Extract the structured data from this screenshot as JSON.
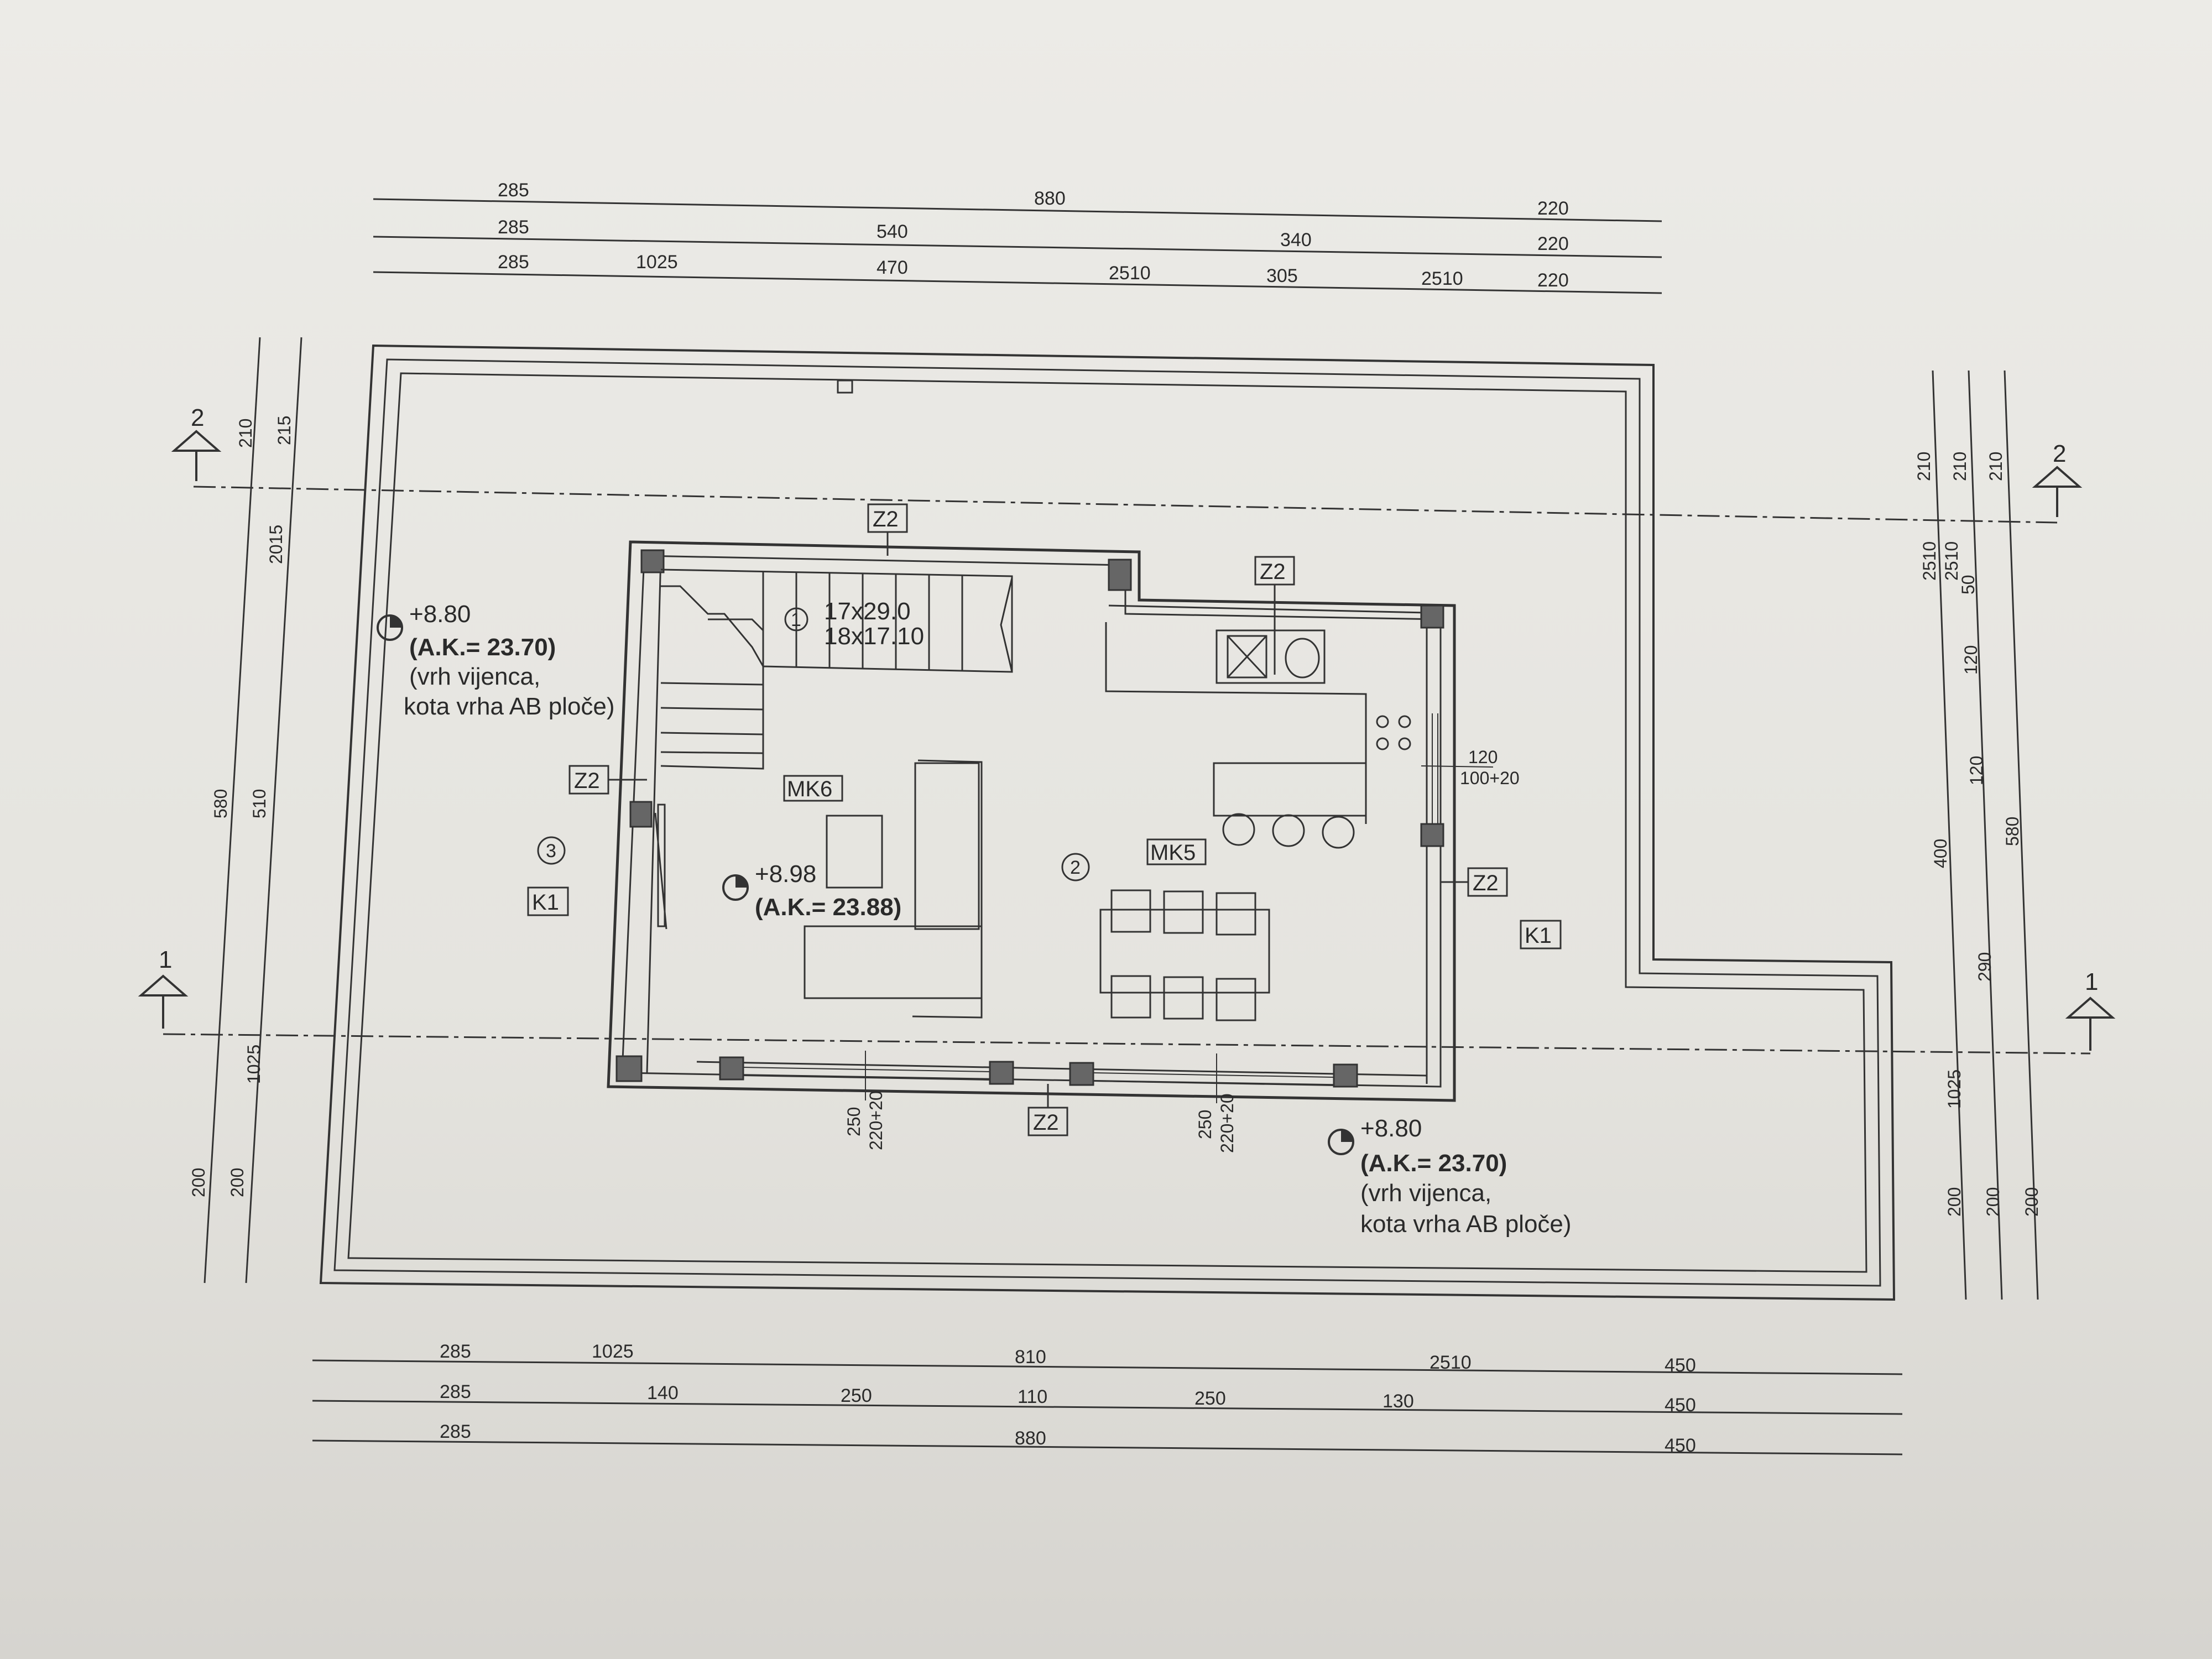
{
  "dimensions": {
    "top_row1": [
      "285",
      "880",
      "220"
    ],
    "top_row2": [
      "285",
      "540",
      "340",
      "220"
    ],
    "top_row3": [
      "285",
      "1025",
      "470",
      "2510",
      "305",
      "2510",
      "220"
    ],
    "bottom_row1": [
      "285",
      "1025",
      "810",
      "2510",
      "450"
    ],
    "bottom_row2": [
      "285",
      "140",
      "250",
      "110",
      "250",
      "130",
      "450"
    ],
    "bottom_row3": [
      "285",
      "880",
      "450"
    ],
    "left_col1": [
      "210",
      "580",
      "1025",
      "200"
    ],
    "left_col2": [
      "215",
      "2015",
      "510",
      "200"
    ],
    "right_col1": [
      "210",
      "2510",
      "2510",
      "400",
      "1025",
      "200"
    ],
    "right_col2": [
      "210",
      "50",
      "120",
      "120",
      "290",
      "200"
    ],
    "right_col3": [
      "210",
      "580",
      "200"
    ]
  },
  "sections": {
    "section1": "1",
    "section2": "2"
  },
  "level_marks": [
    {
      "level": "+8.80",
      "ak": "(A.K.= 23.70)",
      "line1": "(vrh vijenca,",
      "line2": "kota vrha AB ploče)"
    },
    {
      "level": "+8.98",
      "ak": "(A.K.= 23.88)"
    },
    {
      "level": "+8.80",
      "ak": "(A.K.= 23.70)",
      "line1": "(vrh vijenca,",
      "line2": "kota vrha AB ploče)"
    }
  ],
  "stairs": {
    "number": "1",
    "spec1": "17x29.0",
    "spec2": "18x17.10"
  },
  "rooms": {
    "room2": "2",
    "room3": "3"
  },
  "tags": {
    "z2": "Z2",
    "mk6": "MK6",
    "mk5": "MK5",
    "k1": "K1"
  },
  "openings": {
    "window_right_top": "120",
    "window_right_bottom": "100+20",
    "door1_top": "250",
    "door1_bottom": "220+20",
    "door2_top": "250",
    "door2_bottom": "220+20"
  }
}
